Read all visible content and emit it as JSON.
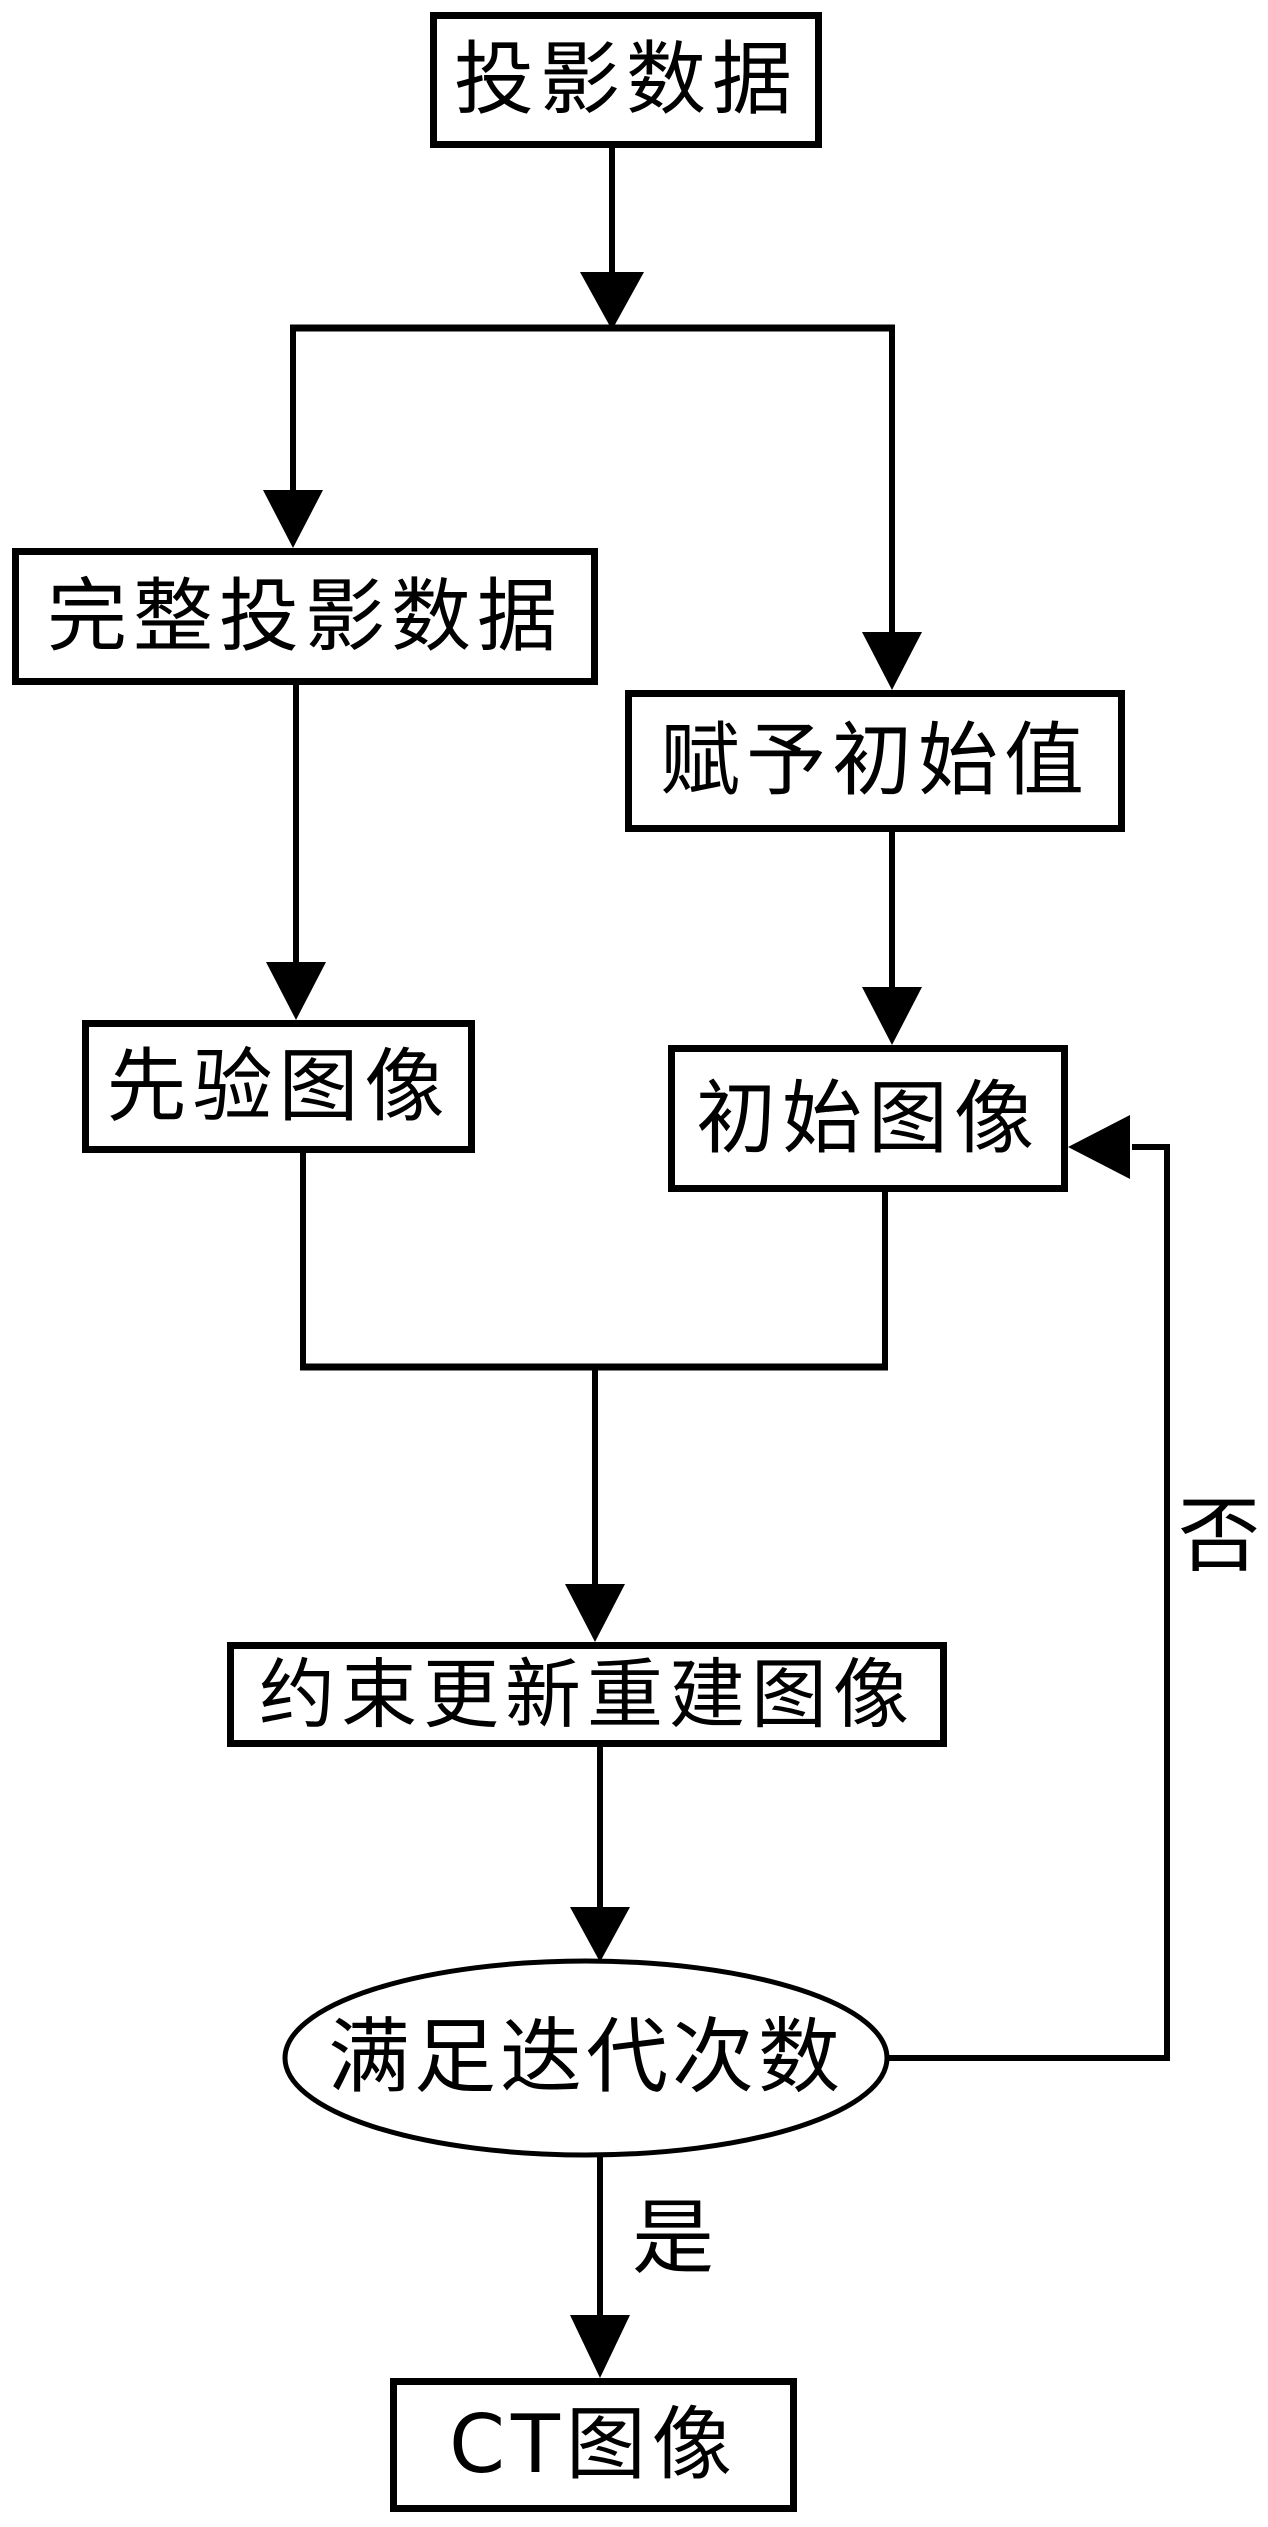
{
  "diagram": {
    "background": "#ffffff",
    "stroke_color": "#000000",
    "nodes": {
      "projection_data": "投影数据",
      "complete_projection_data": "完整投影数据",
      "assign_initial_value": "赋予初始值",
      "prior_image": "先验图像",
      "initial_image": "初始图像",
      "constrained_update_reconstruct": "约束更新重建图像",
      "iteration_condition": "满足迭代次数",
      "ct_image": "CT图像"
    },
    "edge_labels": {
      "yes": "是",
      "no": "否"
    }
  }
}
